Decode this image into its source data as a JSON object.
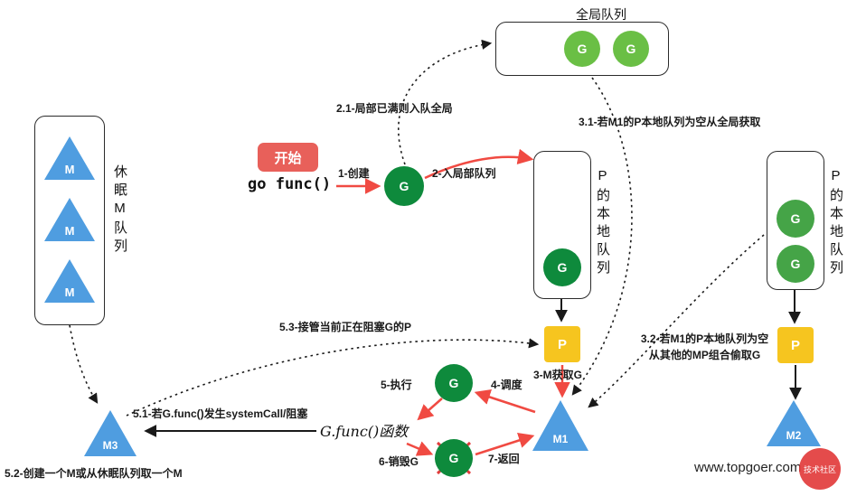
{
  "colors": {
    "accent_red": "#e8605a",
    "arrow_red": "#f04a42",
    "green_light": "#6abf45",
    "green_mid": "#45a447",
    "green_dark": "#0e8a3c",
    "blue": "#4f9de0",
    "yellow": "#f6c51f"
  },
  "global_queue": {
    "title": "全局队列",
    "items": [
      {
        "label": "G"
      },
      {
        "label": "G"
      }
    ]
  },
  "sleep_queue": {
    "label": "休眠M队列",
    "items": [
      {
        "label": "M"
      },
      {
        "label": "M"
      },
      {
        "label": "M"
      }
    ]
  },
  "start": {
    "button_label": "开始",
    "code": "go func()"
  },
  "p_queue_mid": {
    "label": "P的本地队列",
    "items": [
      {
        "label": "G"
      }
    ],
    "p_label": "P"
  },
  "p_queue_right": {
    "label": "P的本地队列",
    "items": [
      {
        "label": "G"
      },
      {
        "label": "G"
      }
    ],
    "p_label": "P",
    "m_label": "M2"
  },
  "flow": {
    "g_new": "G",
    "g_run": "G",
    "g_destroy": "G",
    "m1": "M1",
    "m3": "M3",
    "gfunc": "G.func()函数"
  },
  "steps": {
    "s1": "1-创建",
    "s2": "2-入局部队列",
    "s2_1": "2.1-局部已满则入队全局",
    "s3": "3-M获取G",
    "s3_1": "3.1-若M1的P本地队列为空从全局获取",
    "s3_2_line1": "3.2-若M1的P本地队列为空",
    "s3_2_line2": "从其他的MP组合偷取G",
    "s4": "4-调度",
    "s5": "5-执行",
    "s5_1": "5.1-若G.func()发生systemCall/阻塞",
    "s5_2": "5.2-创建一个M或从休眠队列取一个M",
    "s5_3": "5.3-接管当前正在阻塞G的P",
    "s6": "6-销毁G",
    "s7": "7-返回"
  },
  "watermark": {
    "site": "www.topgoer.com",
    "badge": "技术社区"
  }
}
